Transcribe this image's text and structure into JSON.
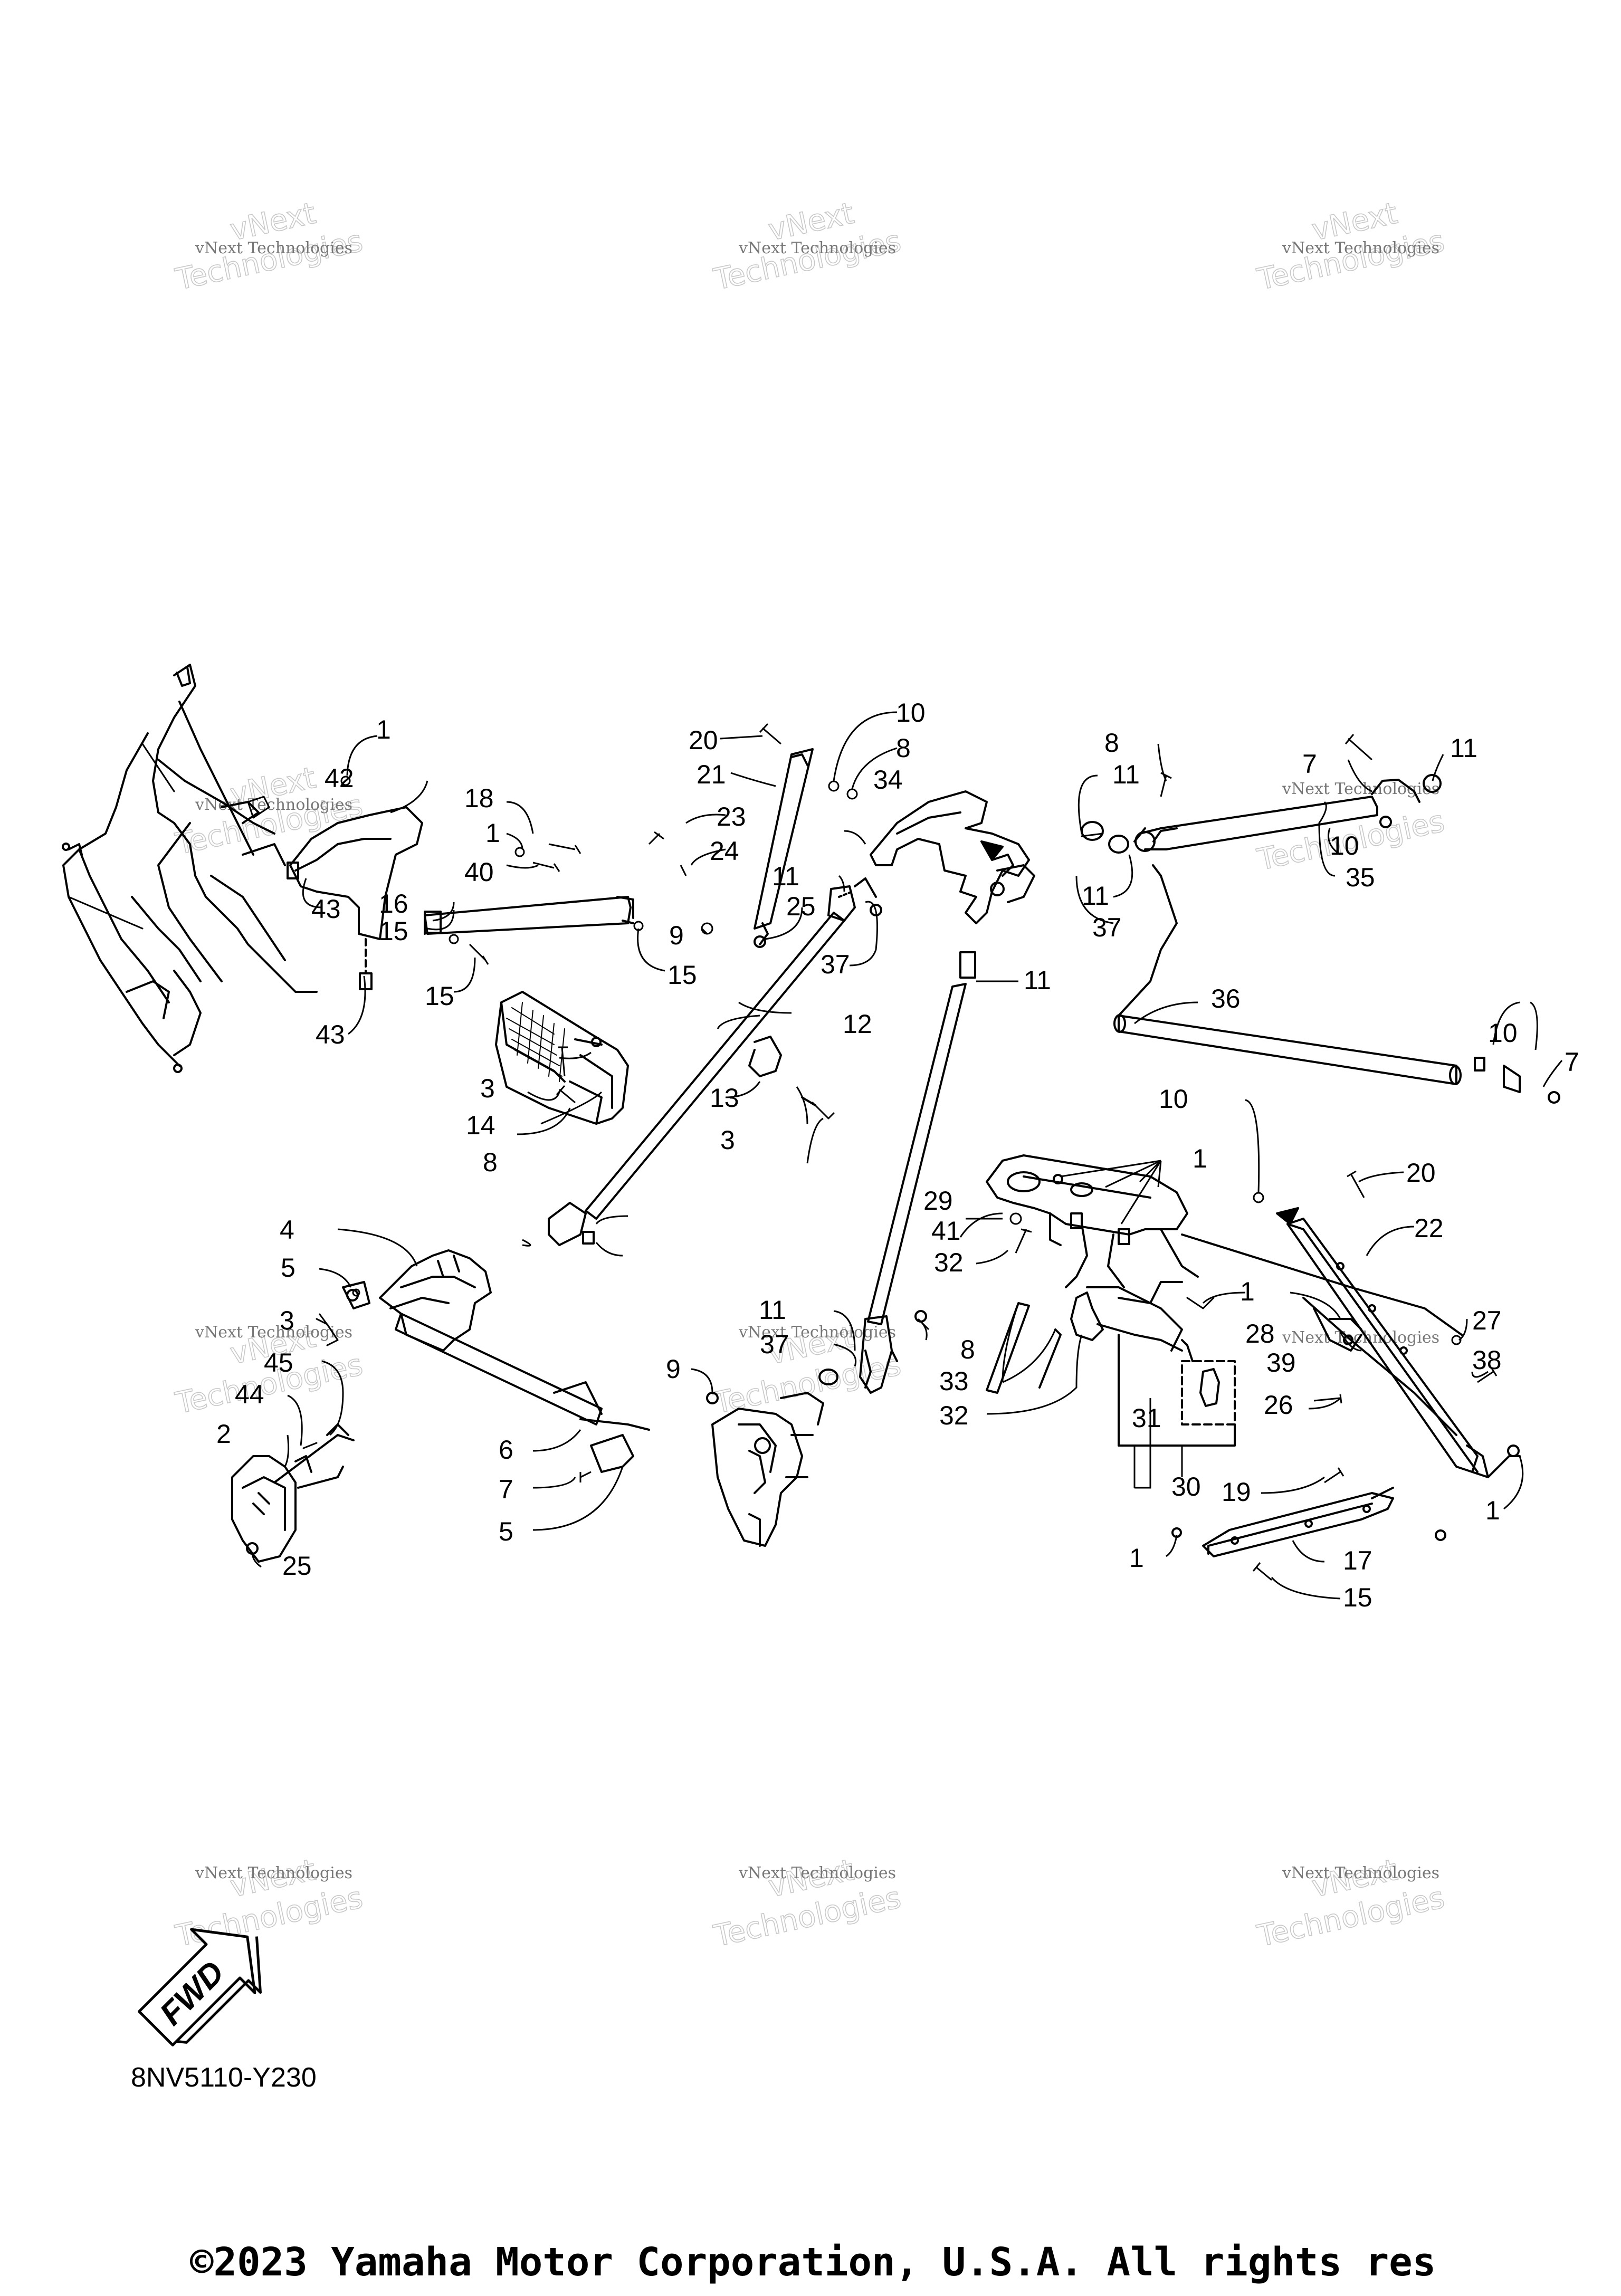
{
  "diagram_code": "8NV5110-Y230",
  "copyright": "©2023 Yamaha Motor Corporation, U.S.A. All rights res",
  "fwd_label": "FWD",
  "watermark": {
    "line1": "vNext Technologies",
    "line2": "Technologies",
    "line3": "vNext"
  },
  "callouts": [
    "1",
    "42",
    "43",
    "16",
    "15",
    "15",
    "43",
    "18",
    "1",
    "40",
    "23",
    "24",
    "9",
    "15",
    "20",
    "21",
    "10",
    "8",
    "34",
    "25",
    "11",
    "11",
    "37",
    "12",
    "11",
    "37",
    "8",
    "7",
    "11",
    "10",
    "35",
    "11",
    "36",
    "10",
    "7",
    "3",
    "14",
    "8",
    "13",
    "3",
    "4",
    "5",
    "3",
    "45",
    "44",
    "2",
    "25",
    "6",
    "7",
    "5",
    "9",
    "11",
    "37",
    "8",
    "29",
    "41",
    "32",
    "1",
    "10",
    "20",
    "22",
    "33",
    "32",
    "28",
    "1",
    "39",
    "27",
    "38",
    "31",
    "30",
    "26",
    "19",
    "1",
    "1",
    "17",
    "15"
  ]
}
